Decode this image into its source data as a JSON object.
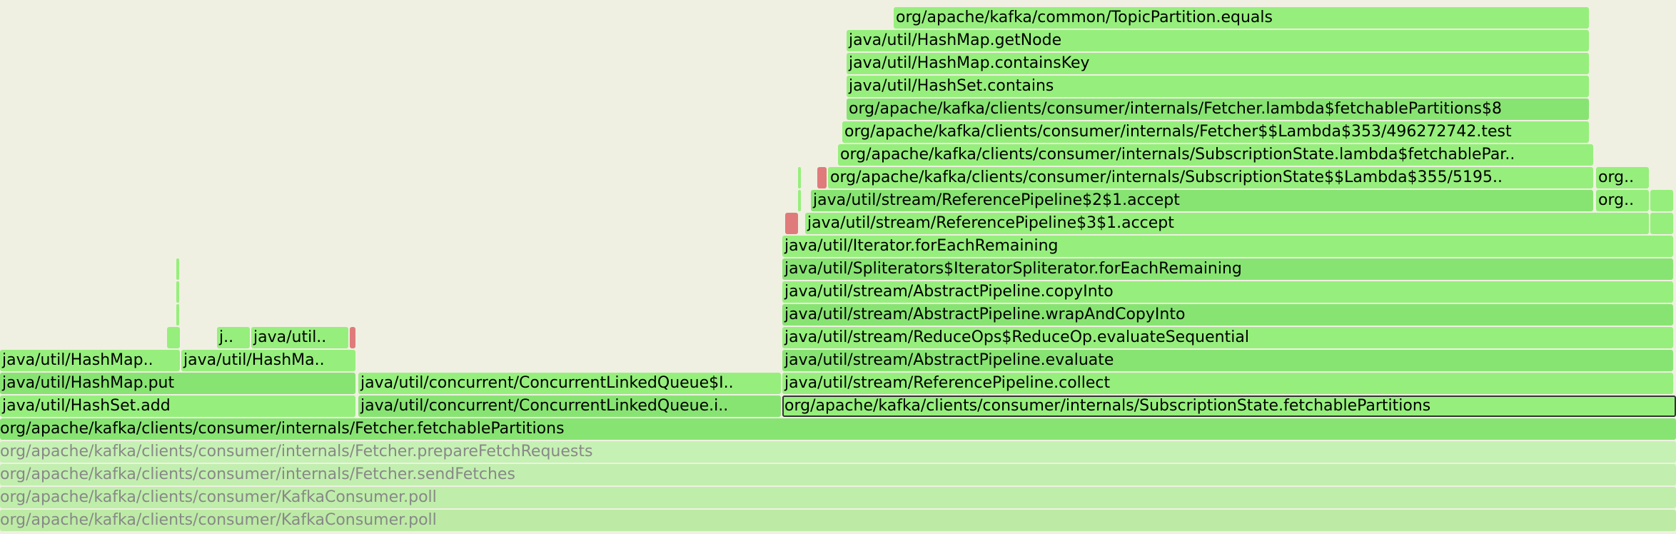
{
  "colors": {
    "background": "#f0f0e2",
    "frame_green": "#96ef7c",
    "frame_green_dark": "#88e472",
    "frame_red": "#e07b7b",
    "frame_faded": "#c6f1b4",
    "faded_text": "#888888"
  },
  "frames": [
    {
      "label": "org/apache/kafka/common/TopicPartition.equals"
    },
    {
      "label": "java/util/HashMap.getNode"
    },
    {
      "label": "java/util/HashMap.containsKey"
    },
    {
      "label": "java/util/HashSet.contains"
    },
    {
      "label": "org/apache/kafka/clients/consumer/internals/Fetcher.lambda$fetchablePartitions$8"
    },
    {
      "label": "org/apache/kafka/clients/consumer/internals/Fetcher$$Lambda$353/496272742.test"
    },
    {
      "label": "org/apache/kafka/clients/consumer/internals/SubscriptionState.lambda$fetchablePar.."
    },
    {
      "label": ""
    },
    {
      "label": ""
    },
    {
      "label": "org/apache/kafka/clients/consumer/internals/SubscriptionState$$Lambda$355/5195.."
    },
    {
      "label": "org.."
    },
    {
      "label": ""
    },
    {
      "label": "java/util/stream/ReferencePipeline$2$1.accept"
    },
    {
      "label": "org.."
    },
    {
      "label": ""
    },
    {
      "label": ""
    },
    {
      "label": "java/util/stream/ReferencePipeline$3$1.accept"
    },
    {
      "label": ""
    },
    {
      "label": "java/util/Iterator.forEachRemaining"
    },
    {
      "label": "java/util/Spliterators$IteratorSpliterator.forEachRemaining"
    },
    {
      "label": "java/util/stream/AbstractPipeline.copyInto"
    },
    {
      "label": "java/util/stream/AbstractPipeline.wrapAndCopyInto"
    },
    {
      "label": "java/util/stream/ReduceOps$ReduceOp.evaluateSequential"
    },
    {
      "label": "java/util/stream/AbstractPipeline.evaluate"
    },
    {
      "label": "java/util/stream/ReferencePipeline.collect"
    },
    {
      "label": "org/apache/kafka/clients/consumer/internals/SubscriptionState.fetchablePartitions"
    },
    {
      "label": ""
    },
    {
      "label": ""
    },
    {
      "label": ""
    },
    {
      "label": ""
    },
    {
      "label": "j.."
    },
    {
      "label": "java/util.."
    },
    {
      "label": ""
    },
    {
      "label": "java/util/HashMap.."
    },
    {
      "label": "java/util/HashMa.."
    },
    {
      "label": "java/util/HashMap.put"
    },
    {
      "label": "java/util/concurrent/ConcurrentLinkedQueue$I.."
    },
    {
      "label": "java/util/HashSet.add"
    },
    {
      "label": "java/util/concurrent/ConcurrentLinkedQueue.i.."
    },
    {
      "label": "org/apache/kafka/clients/consumer/internals/Fetcher.fetchablePartitions"
    },
    {
      "label": "org/apache/kafka/clients/consumer/internals/Fetcher.prepareFetchRequests"
    },
    {
      "label": "org/apache/kafka/clients/consumer/internals/Fetcher.sendFetches"
    },
    {
      "label": "org/apache/kafka/clients/consumer/KafkaConsumer.poll"
    },
    {
      "label": "org/apache/kafka/clients/consumer/KafkaConsumer.poll"
    }
  ]
}
